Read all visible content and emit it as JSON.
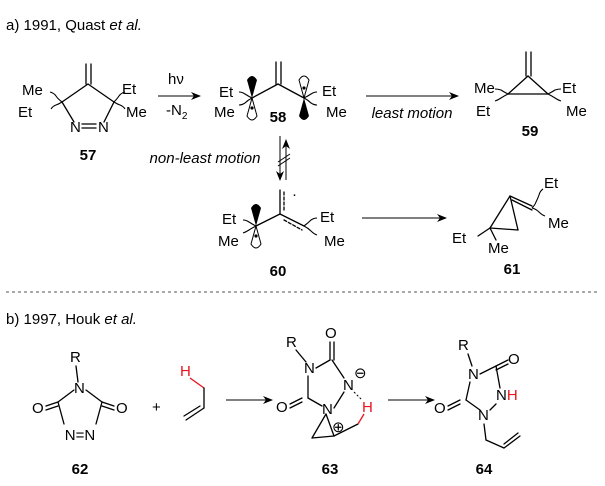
{
  "section_a": {
    "label": "a) 1991, Quast ",
    "authors_italic": "et al."
  },
  "section_b": {
    "label": "b) 1997, Houk ",
    "authors_italic": "et al."
  },
  "compounds": {
    "c57": "57",
    "c58": "58",
    "c59": "59",
    "c60": "60",
    "c61": "61",
    "c62": "62",
    "c63": "63",
    "c64": "64"
  },
  "conditions": {
    "hv": "hν",
    "minus": "-N",
    "n2_sub": "2",
    "least_motion": "least motion",
    "non_least_motion": "non-least motion",
    "plus": "+"
  },
  "atoms": {
    "Me": "Me",
    "Et": "Et",
    "N": "N",
    "O": "O",
    "R": "R",
    "H": "H",
    "NH_N": "N",
    "NH_H": "H",
    "NN": "N=N",
    "neg": "⊖",
    "pos": "⊕",
    "dot": "·",
    "eq": "⇌"
  },
  "colors": {
    "highlight": "#e8141e",
    "line": "#000000"
  }
}
